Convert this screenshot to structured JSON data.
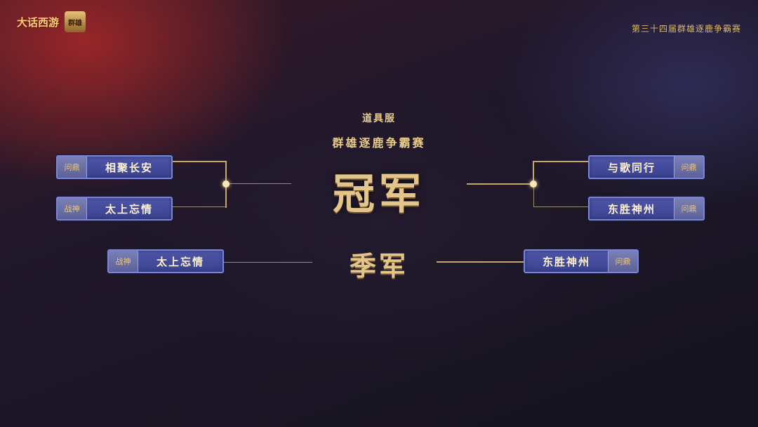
{
  "header": {
    "logo_text": "大话西游",
    "emblem_text": "群雄",
    "event_full_title": "第三十四届群雄逐鹿争霸赛"
  },
  "center": {
    "server": "道具服",
    "event": "群雄逐鹿争霸赛",
    "champion": "冠军",
    "third_place": "季军"
  },
  "bracket": {
    "champion_left_top": {
      "tag": "问鼎",
      "name": "相聚长安"
    },
    "champion_left_bottom": {
      "tag": "战神",
      "name": "太上忘情"
    },
    "champion_right_top": {
      "tag": "问鼎",
      "name": "与歌同行"
    },
    "champion_right_bottom": {
      "tag": "问鼎",
      "name": "东胜神州"
    },
    "third_left": {
      "tag": "战神",
      "name": "太上忘情"
    },
    "third_right": {
      "tag": "问鼎",
      "name": "东胜神州"
    }
  },
  "colors": {
    "gold": "#e3c58a",
    "card_blue": "#4e55a8",
    "card_border": "#7a84d8"
  }
}
